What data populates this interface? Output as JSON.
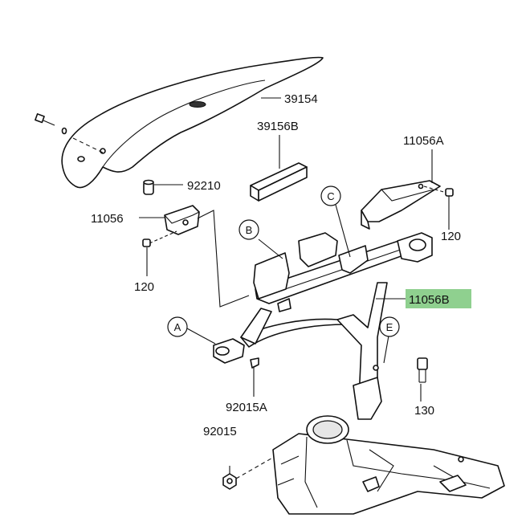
{
  "diagram": {
    "highlight_color": "#8fd08f",
    "part_labels": [
      {
        "id": "p39154",
        "text": "39154"
      },
      {
        "id": "p39156b",
        "text": "39156B"
      },
      {
        "id": "p11056a",
        "text": "11056A"
      },
      {
        "id": "p92210",
        "text": "92210"
      },
      {
        "id": "p11056",
        "text": "11056"
      },
      {
        "id": "p120a",
        "text": "120"
      },
      {
        "id": "p120b",
        "text": "120"
      },
      {
        "id": "p11056b",
        "text": "11056B",
        "highlighted": true
      },
      {
        "id": "p92015a",
        "text": "92015A"
      },
      {
        "id": "p130",
        "text": "130"
      },
      {
        "id": "p92015",
        "text": "92015"
      }
    ],
    "callouts": [
      "A",
      "B",
      "C",
      "E"
    ]
  }
}
